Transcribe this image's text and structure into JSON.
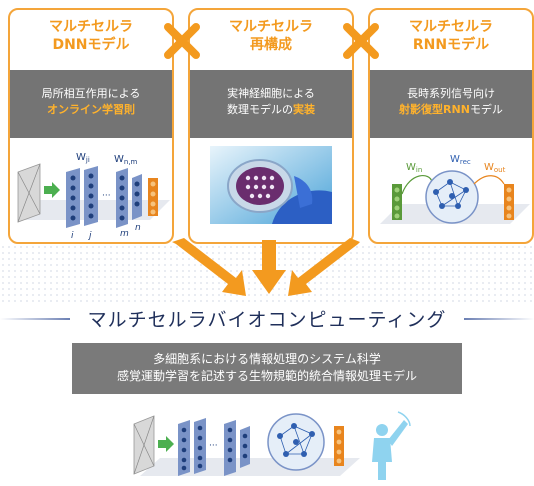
{
  "panels": [
    {
      "title": "マルチセルラ\nDNNモデル",
      "band_line1": "局所相互作用による",
      "band_line2": "オンライン学習則"
    },
    {
      "title": "マルチセルラ\n再構成",
      "band_line1": "実神経細胞による",
      "band_line2_plain": "数理モデルの",
      "band_line2_hl": "実装"
    },
    {
      "title": "マルチセルラ\nRNNモデル",
      "band_line1": "長時系列信号向け",
      "band_line2_hl": "射影復型RNN",
      "band_line2_plain": "モデル"
    }
  ],
  "dnn_labels": {
    "w_ji": "W",
    "w_ji_sub": "ji",
    "w_nm": "W",
    "w_nm_sub": "n,m",
    "i": "i",
    "j": "j",
    "m": "m",
    "n": "n"
  },
  "rnn_labels": {
    "w_in": "W",
    "w_in_sub": "in",
    "w_rec": "W",
    "w_rec_sub": "rec",
    "w_out": "W",
    "w_out_sub": "out"
  },
  "main_title": "マルチセルラバイオコンピューティング",
  "bottom_band": {
    "line1": "多細胞系における情報処理のシステム科学",
    "line2": "感覚運動学習を記述する生物規範的統合情報処理モデル"
  },
  "colors": {
    "accent": "#f39a1f",
    "band": "#747474",
    "title": "#1f2f5a",
    "node_blue": "#2f5fb0",
    "node_orange": "#e8851e"
  }
}
